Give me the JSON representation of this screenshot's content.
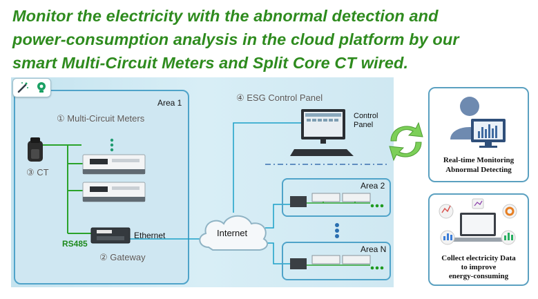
{
  "headline": {
    "line1": "Monitor the electricity with the abnormal detection and",
    "line2": "power-consumption analysis in the cloud platform by our",
    "line3": "smart Multi-Circuit Meters and  Split Core CT wired."
  },
  "diagram": {
    "area1": "Area 1",
    "multi_circuit_meters": "① Multi-Circuit Meters",
    "ct": "③ CT",
    "rs485": "RS485",
    "ethernet": "Ethernet",
    "gateway": "② Gateway",
    "internet": "Internet",
    "esg_panel": "④ ESG Control Panel",
    "control_panel_line1": "Control",
    "control_panel_line2": "Panel",
    "area2": "Area 2",
    "areaN": "Area N"
  },
  "cards": {
    "monitoring_line1": "Real-time Monitoring",
    "monitoring_line2": "Abnormal Detecting",
    "collect_line1": "Collect electricity Data",
    "collect_line2": "to improve",
    "collect_line3": "energy-consuming"
  },
  "colors": {
    "headline_green": "#2e8b1e",
    "line_green": "#2aa32a",
    "line_cyan": "#1aa0c8",
    "border_blue": "#4fa3c9"
  },
  "icons": [
    "magic-wand-icon",
    "lightbulb-icon",
    "refresh-arrows-icon",
    "user-monitor-icon",
    "laptop-charts-icon",
    "cloud-icon"
  ]
}
